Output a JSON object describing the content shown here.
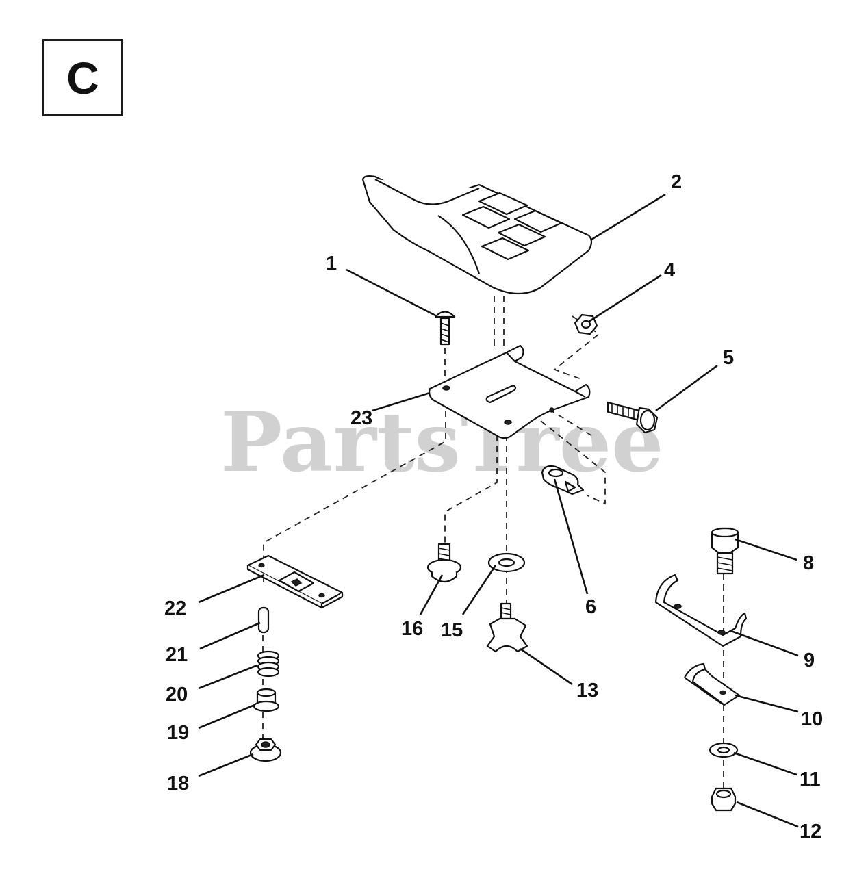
{
  "section_label": "C",
  "watermark": "PartsTree",
  "callouts": [
    "1",
    "2",
    "4",
    "5",
    "6",
    "8",
    "9",
    "10",
    "11",
    "12",
    "13",
    "15",
    "16",
    "18",
    "19",
    "20",
    "21",
    "22",
    "23"
  ],
  "parts": [
    {
      "number": "1",
      "icon": "carriage-bolt-icon"
    },
    {
      "number": "2",
      "icon": "seat-icon"
    },
    {
      "number": "4",
      "icon": "hex-nut-icon"
    },
    {
      "number": "5",
      "icon": "hex-bolt-icon"
    },
    {
      "number": "6",
      "icon": "clip-icon"
    },
    {
      "number": "8",
      "icon": "hex-bolt-icon"
    },
    {
      "number": "9",
      "icon": "bracket-icon"
    },
    {
      "number": "10",
      "icon": "spring-plate-icon"
    },
    {
      "number": "11",
      "icon": "washer-icon"
    },
    {
      "number": "12",
      "icon": "lock-nut-icon"
    },
    {
      "number": "13",
      "icon": "knob-icon"
    },
    {
      "number": "15",
      "icon": "washer-icon"
    },
    {
      "number": "16",
      "icon": "shoulder-bolt-icon"
    },
    {
      "number": "18",
      "icon": "flange-nut-icon"
    },
    {
      "number": "19",
      "icon": "spacer-nut-icon"
    },
    {
      "number": "20",
      "icon": "spring-icon"
    },
    {
      "number": "21",
      "icon": "pin-icon"
    },
    {
      "number": "22",
      "icon": "slide-plate-icon"
    },
    {
      "number": "23",
      "icon": "seat-pan-icon"
    }
  ]
}
